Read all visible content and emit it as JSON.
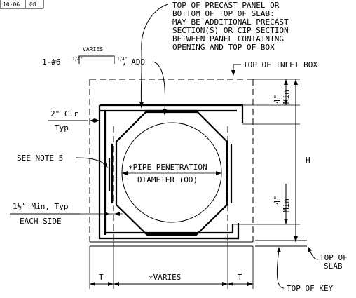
{
  "corner_table": {
    "cell_a": "10-06",
    "cell_b": "08"
  },
  "top_note": {
    "lines": [
      "TOP OF PRECAST PANEL OR",
      "BOTTOM OF TOP OF SLAB:",
      "MAY BE ADDITIONAL PRECAST",
      "SECTION(S) OR CIP SECTION",
      "BETWEEN PANEL CONTAINING",
      "OPENING AND TOP OF BOX"
    ]
  },
  "rebar_note": {
    "prefix": "1-#6",
    "varies": "VARIES",
    "dim_left": "1/4\"",
    "dim_right": "1/4\"",
    "suffix": ", ADD"
  },
  "top_of_inlet_box": "TOP OF INLET BOX",
  "clear_note": {
    "line1": "2\" Clr",
    "line2": "Typ"
  },
  "see_note": "SEE NOTE 5",
  "pipe": {
    "line1": "∗PIPE PENETRATION",
    "line2": "DIAMETER (OD)"
  },
  "min_note": {
    "line1": "1½\" Min, Typ",
    "line2": "EACH SIDE"
  },
  "dim_top_min": {
    "value": "4\"",
    "label": "Min"
  },
  "dim_bot_min": {
    "value": "4\"",
    "label": "Min"
  },
  "dim_height": "H",
  "dim_bottom": {
    "left": "T",
    "middle": "∗VARIES",
    "right": "T"
  },
  "top_of_slab": {
    "line1": "TOP OF",
    "line2": "SLAB"
  },
  "top_of_key": "TOP OF KEY"
}
